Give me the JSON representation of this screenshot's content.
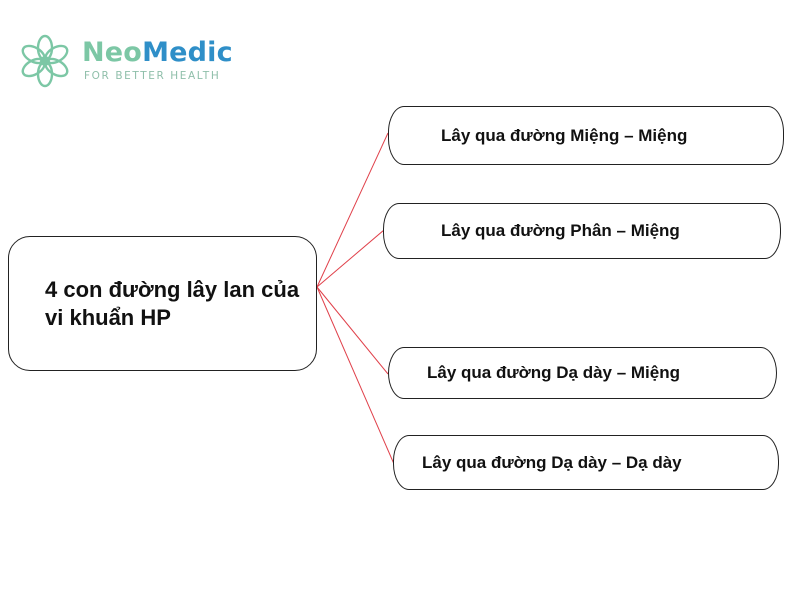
{
  "logo": {
    "name_part1": "Neo",
    "name_part2": "Medic",
    "tagline": "FOR BETTER HEALTH",
    "icon": "flower-icon",
    "colors": {
      "green": "#7cc7a5",
      "blue": "#2f8fc8"
    }
  },
  "diagram": {
    "center": "4 con đường lây lan của vi khuẩn HP",
    "branches": [
      "Lây qua đường Miệng – Miệng",
      "Lây qua đường Phân – Miệng",
      "Lây qua đường Dạ dày – Miệng",
      "Lây qua đường Dạ dày – Dạ dày"
    ],
    "connector_color": "#e0404a",
    "border_color": "#222222"
  }
}
